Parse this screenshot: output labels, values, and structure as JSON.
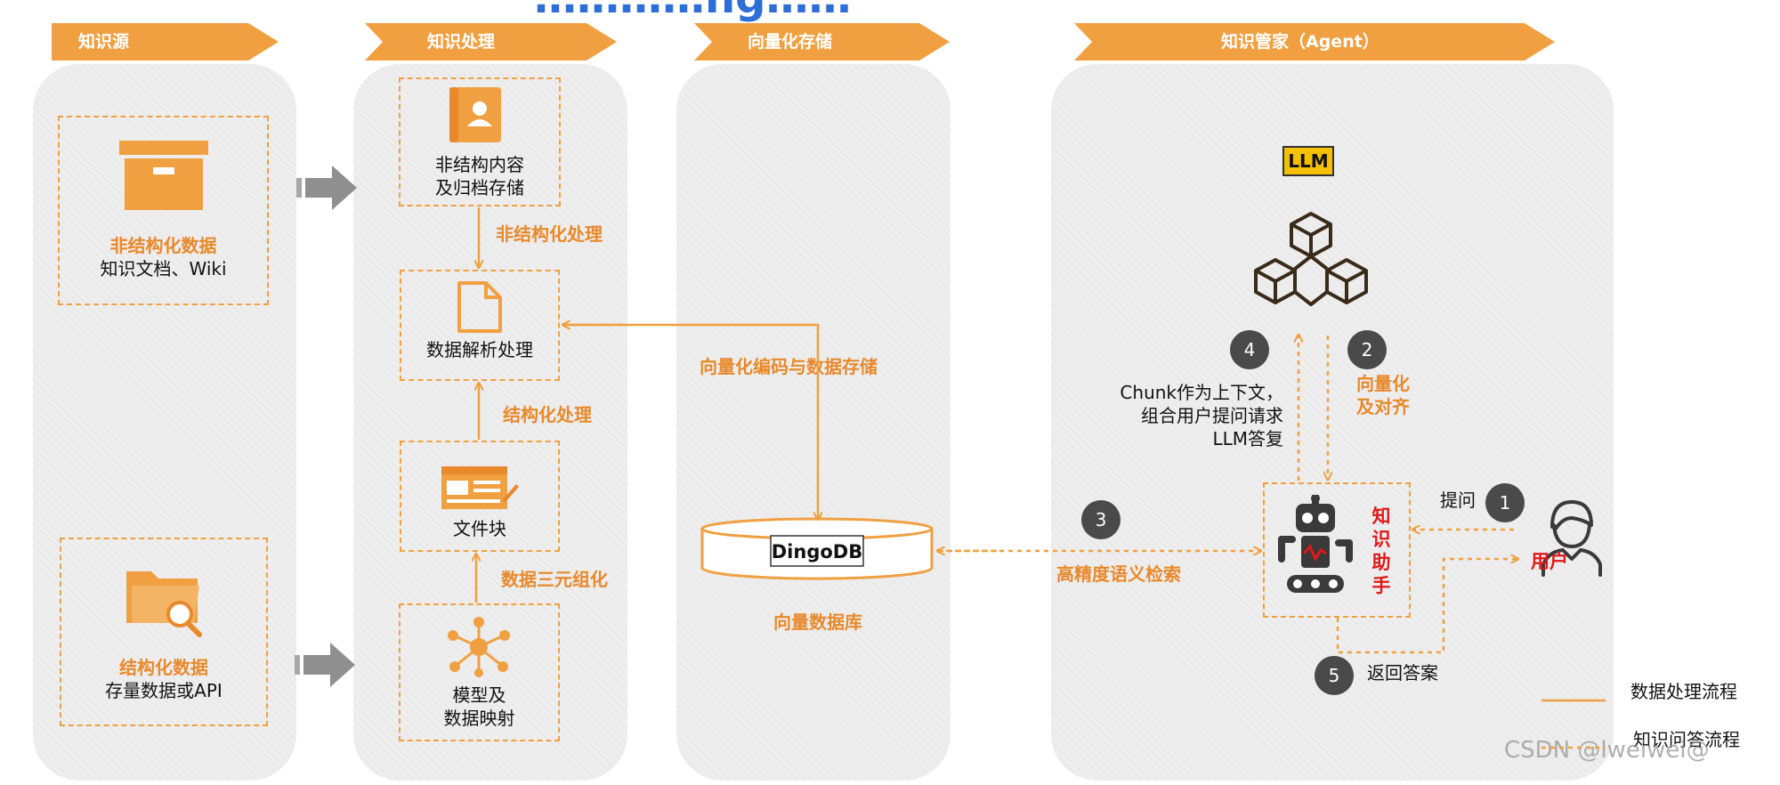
{
  "title_fragment": "…………ng……",
  "stages": {
    "sources": "知识源",
    "processing": "知识处理",
    "storage": "向量化存储",
    "agent": "知识管家（Agent）"
  },
  "sources": {
    "unstructured_title": "非结构化数据",
    "unstructured_sub": "知识文档、Wiki",
    "structured_title": "结构化数据",
    "structured_sub": "存量数据或API"
  },
  "processing": {
    "box1": "非结构内容\n及归档存储",
    "box2": "数据解析处理",
    "box3": "文件块",
    "box4": "模型及\n数据映射",
    "edge1": "非结构化处理",
    "edge2": "结构化处理",
    "edge3": "数据三元组化"
  },
  "storage": {
    "edge_label": "向量化编码与数据存储",
    "db_name": "DingoDB",
    "db_caption": "向量数据库"
  },
  "agent": {
    "llm": "LLM",
    "step2_label": "向量化\n及对齐",
    "step4_label": "Chunk作为上下文，\n组合用户提问请求\nLLM答复",
    "step3_label": "高精度语义检索",
    "step1_label": "提问",
    "step5_label": "返回答案",
    "assistant_label": "知\n识\n助\n手",
    "user_label": "用户",
    "steps": [
      "1",
      "2",
      "3",
      "4",
      "5"
    ]
  },
  "legend": {
    "data_flow": "数据处理流程",
    "qa_flow": "知识问答流程"
  },
  "watermark": "CSDN @lweiwei@",
  "colors": {
    "accent": "#f0a040",
    "accent_text": "#e8892b",
    "red_text": "#e01818",
    "column_bg": "#eeeeee",
    "circle": "#4a4a4a"
  }
}
